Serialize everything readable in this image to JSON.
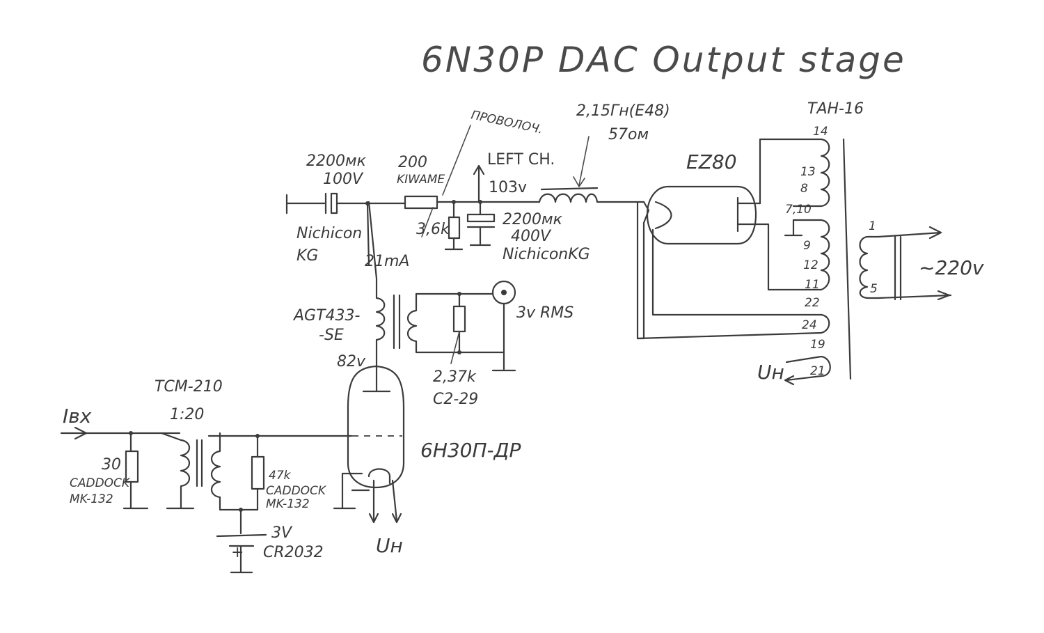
{
  "title": "6N30P  DAC  Output  stage",
  "labels": {
    "input": "Iвх",
    "tcm_name": "TCM-210",
    "tcm_ratio": "1:20",
    "r_in_value": "30",
    "r_in_brand": "CADDOCK",
    "r_in_model": "MK-132",
    "r_grid_value": "47k",
    "r_grid_brand": "CADDOCK",
    "r_grid_model": "MK-132",
    "battery_voltage": "3V",
    "battery_model": "CR2032",
    "battery_plus": "+",
    "heater_tube": "Uн",
    "tube_name": "6Н30П-ДР",
    "anode_voltage": "82v",
    "out_trafo_1": "AGT433-",
    "out_trafo_2": "-SE",
    "load_r_value": "2,37k",
    "load_r_model": "C2-29",
    "output_level": "3v RMS",
    "current": "21mA",
    "cap1_value": "2200мк",
    "cap1_voltage": "100V",
    "cap1_brand": "Nichicon",
    "cap1_series": "KG",
    "r200_value": "200",
    "r200_brand": "KIWAME",
    "wire_note": "ПРОВОЛОЧ.",
    "bleeder": "3,6k",
    "channel": "LEFT CH.",
    "b_voltage": "103v",
    "cap2_value": "2200мк",
    "cap2_voltage": "400V",
    "cap2_brand": "NichiconKG",
    "choke_value": "2,15Гн(E48)",
    "choke_res": "57ом",
    "rectifier": "EZ80",
    "mains_trafo": "ТАН-16",
    "pin14": "14",
    "pin13": "13",
    "pin8": "8",
    "pin710": "7,10",
    "pin9": "9",
    "pin12": "12",
    "pin11": "11",
    "pin22": "22",
    "pin24": "24",
    "pin19": "19",
    "pin21": "21",
    "pri1": "1",
    "pri5": "5",
    "mains": "~220v",
    "heater_trafo": "Uн"
  }
}
